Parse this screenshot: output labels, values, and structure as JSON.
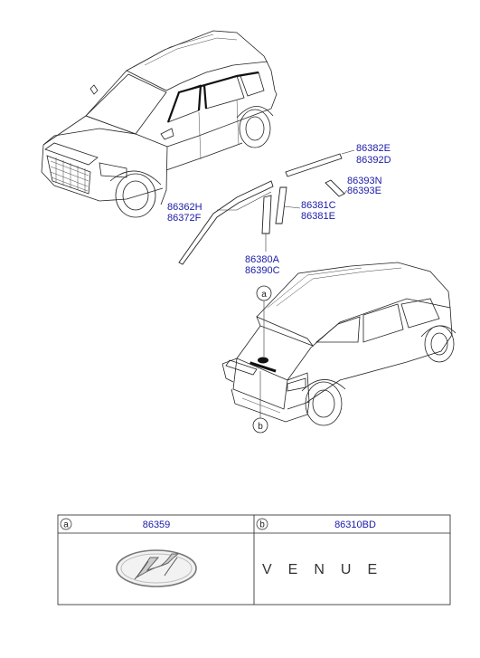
{
  "callouts": {
    "upper_garnish": [
      "86382E",
      "86392D"
    ],
    "delta_garnish": [
      "86393N",
      "86393E"
    ],
    "drip_molding": [
      "86362H",
      "86372F"
    ],
    "center_pillar": [
      "86381C",
      "86381E"
    ],
    "front_pillar": [
      "86380A",
      "86390C"
    ],
    "marker_a": "a",
    "marker_b": "b"
  },
  "table": {
    "col_a": {
      "letter": "a",
      "part_no": "86359"
    },
    "col_b": {
      "letter": "b",
      "part_no": "86310BD"
    },
    "emblem_text": "VENUE"
  }
}
